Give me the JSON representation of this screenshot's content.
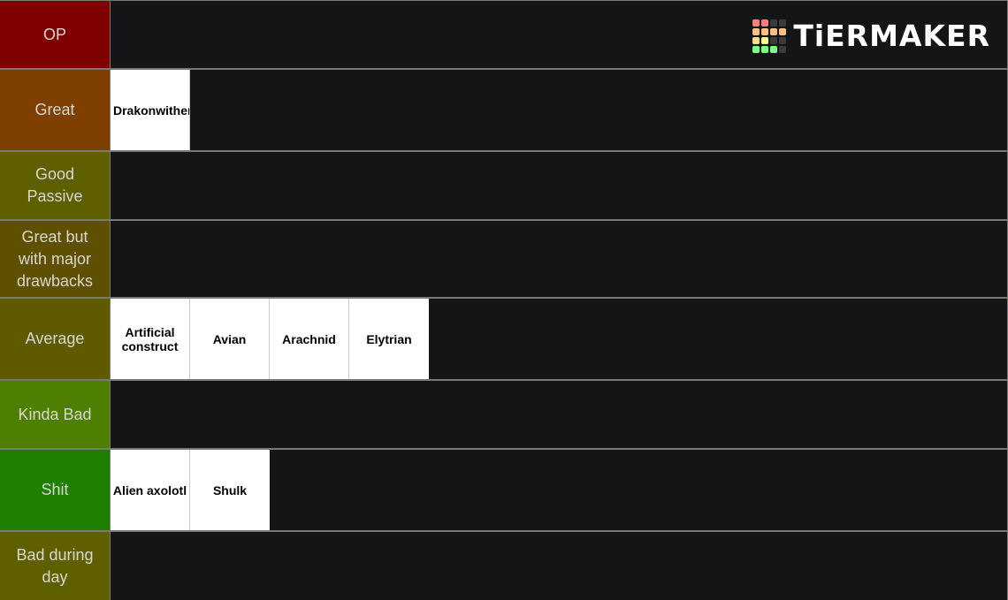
{
  "logo": {
    "text": "TiERMAKER",
    "grid_colors": [
      "#ff7f7f",
      "#ff7f7f",
      "#3a3a3a",
      "#3a3a3a",
      "#ffbf7f",
      "#ffbf7f",
      "#ffbf7f",
      "#ffbf7f",
      "#ffdf7f",
      "#ffff7f",
      "#3a3a3a",
      "#3a3a3a",
      "#7fff7f",
      "#7fff7f",
      "#7fff7f",
      "#3a3a3a"
    ]
  },
  "tiers": [
    {
      "label": "OP",
      "color": "#7f0000",
      "items": []
    },
    {
      "label": "Great",
      "color": "#7f3f00",
      "items": [
        "Drakonwither"
      ]
    },
    {
      "label": "Good Passive",
      "color": "#5f5f00",
      "items": []
    },
    {
      "label": "Great but with major drawbacks",
      "color": "#5f4f00",
      "items": []
    },
    {
      "label": "Average",
      "color": "#5f5a00",
      "items": [
        "Artificial construct",
        "Avian",
        "Arachnid",
        "Elytrian"
      ]
    },
    {
      "label": "Kinda Bad",
      "color": "#4f7f00",
      "items": []
    },
    {
      "label": "Shit",
      "color": "#1f7f00",
      "items": [
        "Alien axolotl",
        "Shulk"
      ]
    },
    {
      "label": "Bad during day",
      "color": "#5f5f00",
      "items": []
    }
  ]
}
